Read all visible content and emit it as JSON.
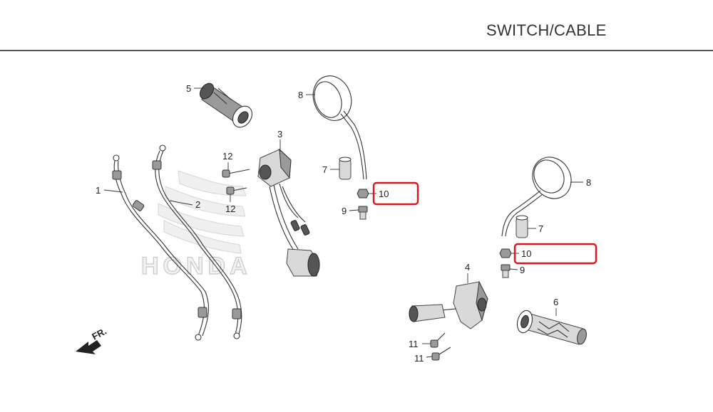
{
  "header": {
    "title": "SWITCH/CABLE"
  },
  "watermark": {
    "brand": "HONDA"
  },
  "direction_marker": {
    "label": "FR."
  },
  "callouts": {
    "color": "#e0141b",
    "items": [
      {
        "part_ref": "10"
      },
      {
        "part_ref": "10"
      }
    ]
  },
  "parts": [
    {
      "ref": "1",
      "name": "cable"
    },
    {
      "ref": "2",
      "name": "cable"
    },
    {
      "ref": "3",
      "name": "switch"
    },
    {
      "ref": "4",
      "name": "switch"
    },
    {
      "ref": "5",
      "name": "grip"
    },
    {
      "ref": "6",
      "name": "grip"
    },
    {
      "ref": "7",
      "name": "cap"
    },
    {
      "ref": "8",
      "name": "mirror"
    },
    {
      "ref": "9",
      "name": "bolt"
    },
    {
      "ref": "10",
      "name": "nut"
    },
    {
      "ref": "11",
      "name": "screw"
    },
    {
      "ref": "12",
      "name": "screw"
    }
  ],
  "labels": {
    "l1": "1",
    "l2": "2",
    "l3": "3",
    "l4": "4",
    "l5": "5",
    "l6": "6",
    "l7a": "7",
    "l7b": "7",
    "l8a": "8",
    "l8b": "8",
    "l9a": "9",
    "l9b": "9",
    "l10a": "10",
    "l10b": "10",
    "l11a": "11",
    "l11b": "11",
    "l12a": "12",
    "l12b": "12"
  }
}
